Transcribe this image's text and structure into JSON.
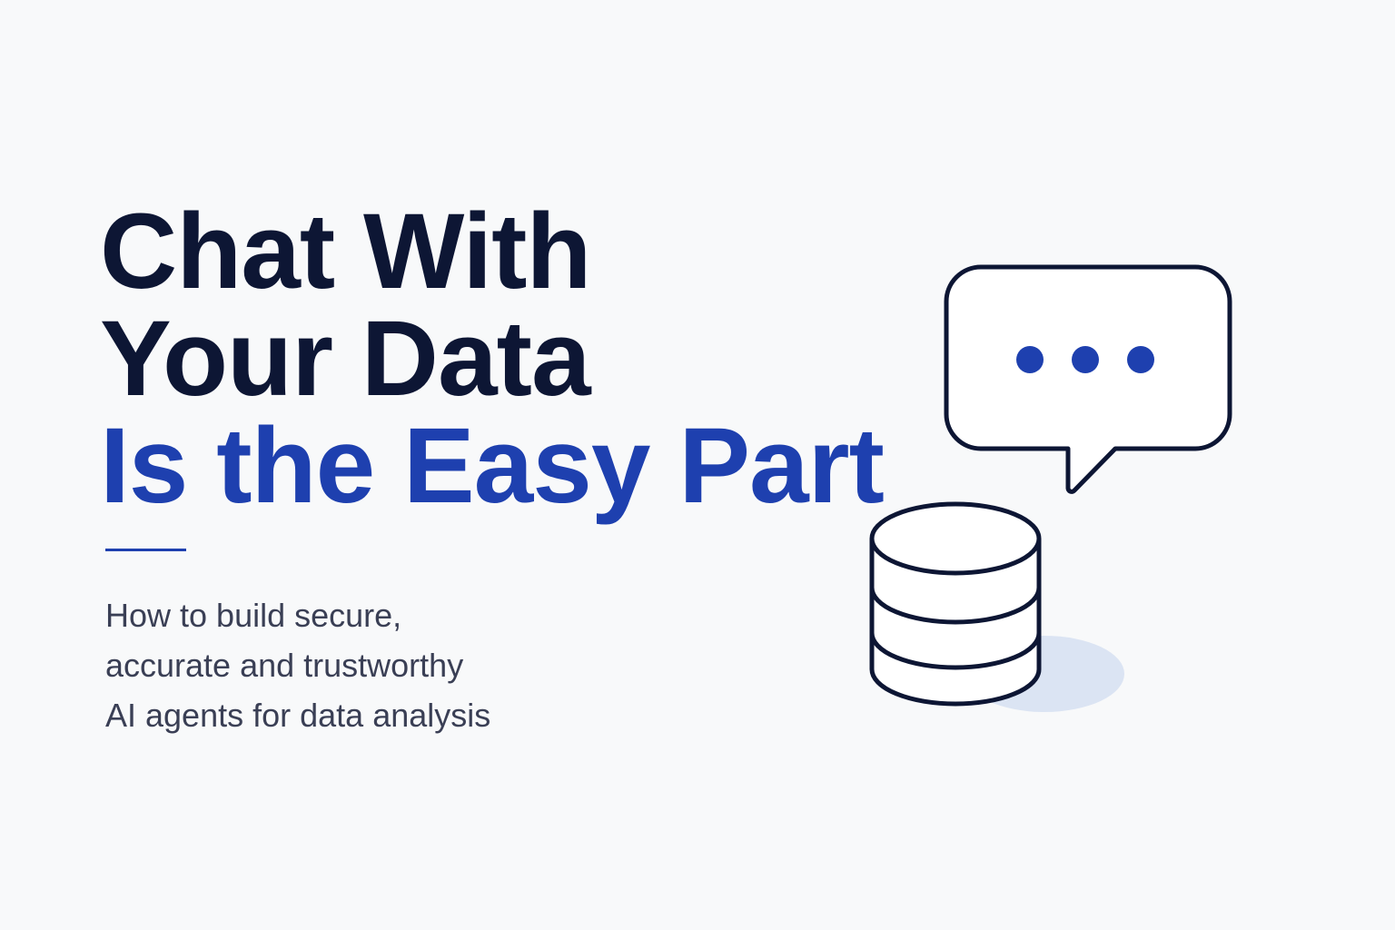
{
  "headline": {
    "line1": "Chat With",
    "line2": "Your Data",
    "line3": "Is the Easy Part"
  },
  "subtitle": {
    "line1": "How to build secure,",
    "line2": "accurate and trustworthy",
    "line3": "AI agents for data analysis"
  },
  "colors": {
    "background": "#f8f9fa",
    "heading": "#0d1634",
    "accent": "#1e40af",
    "body_text": "#3a3f55",
    "shadow": "#dbe4f3"
  },
  "icons": {
    "chat": "chat-bubble-icon",
    "dots": "typing-dots-icon",
    "database": "database-icon"
  }
}
